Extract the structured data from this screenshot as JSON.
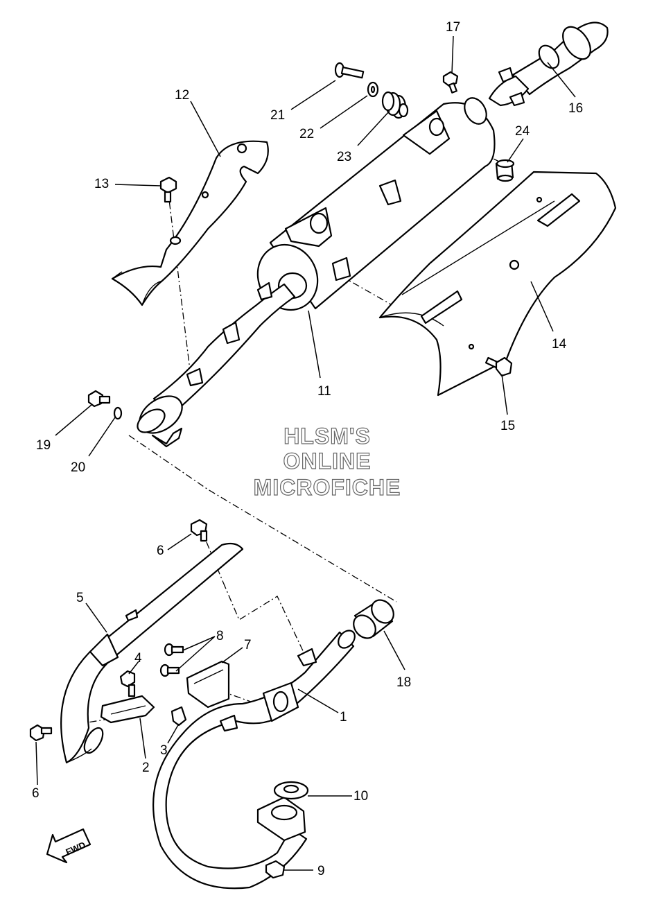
{
  "watermark": {
    "line1": "HLSM'S",
    "line2": "ONLINE",
    "line3": "MICROFICHE"
  },
  "direction_arrow": {
    "label": "FWD",
    "icon": "fwd-arrow-icon"
  },
  "callouts": {
    "c1": "1",
    "c2": "2",
    "c3": "3",
    "c4": "4",
    "c5": "5",
    "c6a": "6",
    "c6b": "6",
    "c7": "7",
    "c8": "8",
    "c9": "9",
    "c10": "10",
    "c11": "11",
    "c12": "12",
    "c13": "13",
    "c14": "14",
    "c15": "15",
    "c16": "16",
    "c17": "17",
    "c18": "18",
    "c19": "19",
    "c20": "20",
    "c21": "21",
    "c22": "22",
    "c23": "23",
    "c24": "24"
  }
}
